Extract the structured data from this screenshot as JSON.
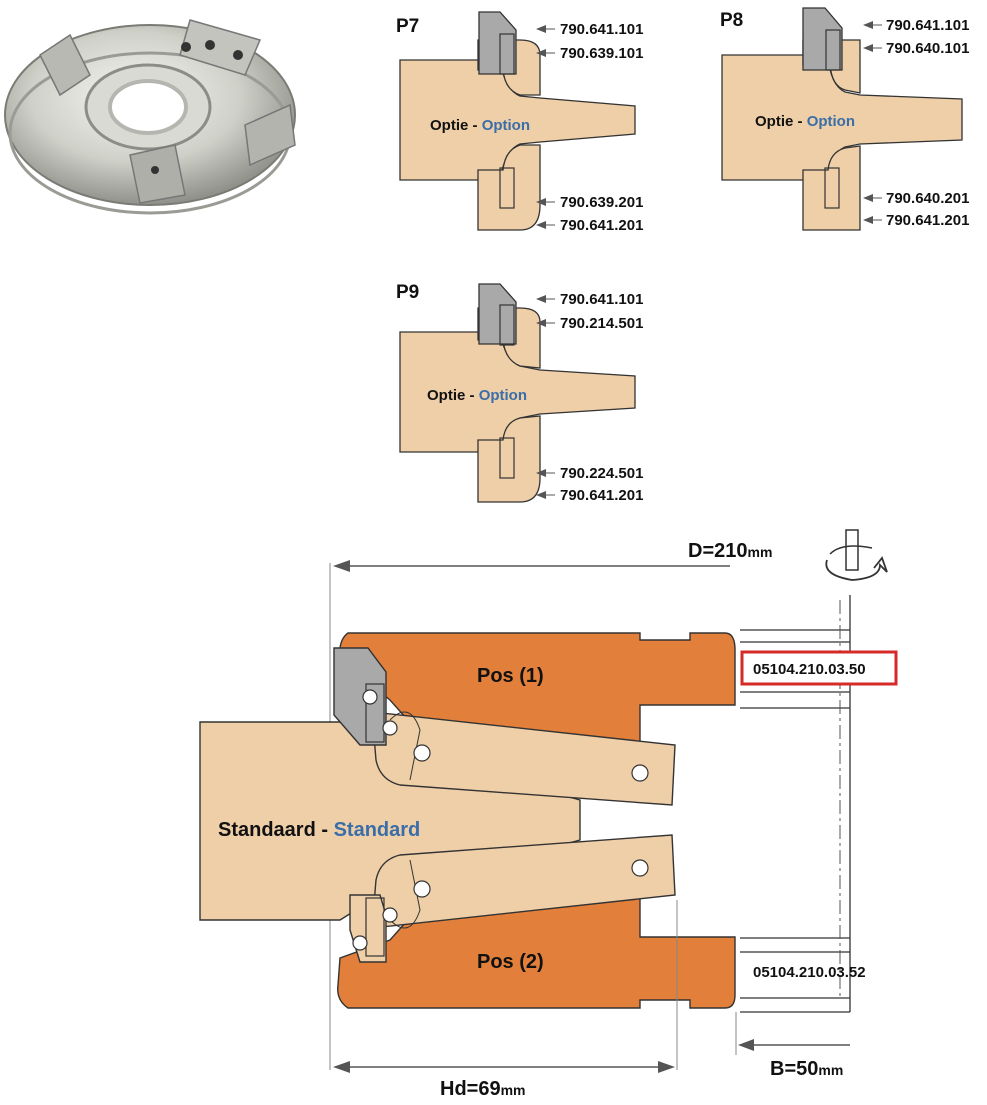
{
  "colors": {
    "wood": "#efcfa8",
    "steel": "#f1f1f1",
    "holder": "#e17f3b",
    "knife": "#a9a9a9",
    "option_blue": "#3a6ea8",
    "callout_red": "#d62a27",
    "ink": "#111111"
  },
  "icons": {
    "cutter_photo": "cutter-head-photo-icon",
    "rotation": "spindle-rotation-icon",
    "arrow": "arrow-left-icon"
  },
  "profiles": [
    {
      "label": "P7",
      "option_nl": "Optie",
      "option_sep": " - ",
      "option_en": "Option",
      "refs_top": [
        "790.641.101",
        "790.639.101"
      ],
      "refs_bottom": [
        "790.639.201",
        "790.641.201"
      ]
    },
    {
      "label": "P8",
      "option_nl": "Optie",
      "option_sep": " - ",
      "option_en": "Option",
      "refs_top": [
        "790.641.101",
        "790.640.101"
      ],
      "refs_bottom": [
        "790.640.201",
        "790.641.201"
      ]
    },
    {
      "label": "P9",
      "option_nl": "Optie",
      "option_sep": " - ",
      "option_en": "Option",
      "refs_top": [
        "790.641.101",
        "790.214.501"
      ],
      "refs_bottom": [
        "790.224.501",
        "790.641.201"
      ]
    }
  ],
  "main": {
    "standard_nl": "Standaard",
    "standard_sep": " - ",
    "standard_en": "Standard",
    "pos1": "Pos (1)",
    "pos2": "Pos (2)",
    "code1": "05104.210.03.50",
    "code2": "05104.210.03.52",
    "dim_d_main": "D=210",
    "dim_d_unit": "mm",
    "dim_b_main": "B=50",
    "dim_b_unit": "mm",
    "dim_hd_main": "Hd=69",
    "dim_hd_unit": "mm"
  }
}
